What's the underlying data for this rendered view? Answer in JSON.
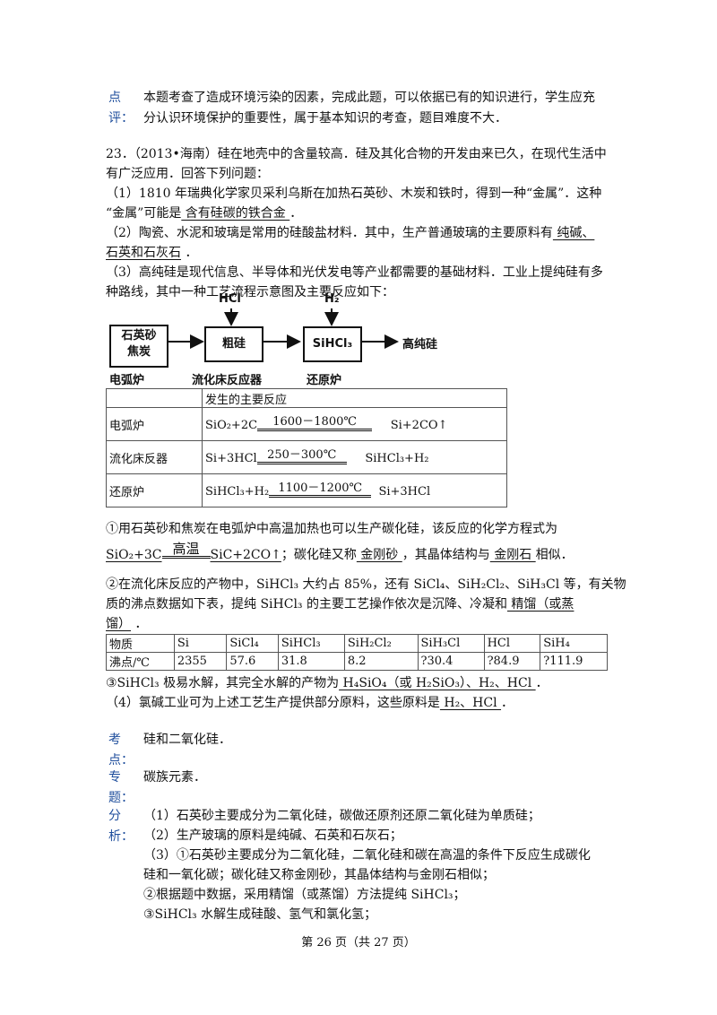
{
  "review": {
    "label_a": "点",
    "label_b": "评：",
    "line1": "本题考查了造成环境污染的因素，完成此题，可以依据已有的知识进行，学生应充",
    "line2": "分认识环境保护的重要性，属于基本知识的考查，题目难度不大．"
  },
  "question": {
    "header1": "23．（2013•海南）硅在地壳中的含量较高．硅及其化合物的开发由来已久，在现代生活中",
    "header2": "有广泛应用．回答下列问题：",
    "p1_a": "（1）1810 年瑞典化学家贝采利乌斯在加热石英砂、木炭和铁时，得到一种“金属”．这种",
    "p1_b": "“金属”可能是",
    "p1_ans": "   含有硅碳的铁合金   ",
    "p1_end": "．",
    "p2_a": "（2）陶瓷、水泥和玻璃是常用的硅酸盐材料．其中，生产普通玻璃的主要原料有",
    "p2_ans1": "   纯碱、",
    "p2_ans2": "石英和石灰石",
    "p2_end": "  ．",
    "p3_a": "（3）高纯硅是现代信息、半导体和光伏发电等产业都需要的基础材料．工业上提纯硅有多",
    "p3_b": "种路线，其中一种工艺流程示意图及主要反应如下："
  },
  "flow": {
    "in1": "HCl",
    "in2": "H₂",
    "box1_a": "石英砂",
    "box1_b": "焦炭",
    "box2": "粗硅",
    "box3": "SiHCl₃",
    "product": "高纯硅",
    "lbl1": "电弧炉",
    "lbl2": "流化床反应器",
    "lbl3": "还原炉"
  },
  "reactions": {
    "header": "发生的主要反应",
    "rows": [
      {
        "name": "电弧炉",
        "left": "SiO₂+2C",
        "cond": "1600－1800℃",
        "right": "Si+2CO↑"
      },
      {
        "name": "流化床反器",
        "left": "Si+3HCl",
        "cond": "250－300℃",
        "right": "SiHCl₃+H₂"
      },
      {
        "name": "还原炉",
        "left": "SiHCl₃+H₂",
        "cond": "1100－1200℃",
        "right": "Si+3HCl"
      }
    ]
  },
  "sub1": {
    "a": "①用石英砂和焦炭在电弧炉中高温加热也可以生产碳化硅，该反应的化学方程式为",
    "eq_left": "SiO₂+3C",
    "eq_cond": "高温",
    "eq_right": "SiC+2CO↑",
    "mid": "；碳化硅又称",
    "ans1": "  金刚砂  ",
    "mid2": "，其晶体结构与",
    "ans2": "  金刚石  ",
    "end": "相似．"
  },
  "sub2": {
    "a": "②在流化床反应的产物中，SiHCl₃ 大约占 85%，还有 SiCl₄、SiH₂Cl₂、SiH₃Cl 等，有关物",
    "b": "质的沸点数据如下表，提纯 SiHCl₃ 的主要工艺操作依次是沉降、冷凝和",
    "ans1": "  精馏（或蒸",
    "ans2": "馏）",
    "end": "   ．"
  },
  "bp_table": {
    "headers": [
      "物质",
      "Si",
      "SiCl₄",
      "SiHCl₃",
      "SiH₂Cl₂",
      "SiH₃Cl",
      "HCl",
      "SiH₄"
    ],
    "values": [
      "沸点/℃",
      "2355",
      "57.6",
      "31.8",
      "8.2",
      "?30.4",
      "?84.9",
      "?111.9"
    ]
  },
  "sub3": {
    "a": "③SiHCl₃ 极易水解，其完全水解的产物为",
    "ans": "  H₄SiO₄（或 H₂SiO₃）、H₂、HCl  ",
    "end": "．"
  },
  "p4": {
    "a": "（4）氯碱工业可为上述工艺生产提供部分原料，这些原料是",
    "ans": "   H₂、HCl   ",
    "end": "．"
  },
  "analysis": {
    "kd_a": "考",
    "kd_b": "点：",
    "kd_text": "硅和二氧化硅．",
    "zt_a": "专",
    "zt_b": "题：",
    "zt_text": "碳族元素．",
    "fx_a": "分",
    "fx_b": "析：",
    "l1": "（1）石英砂主要成分为二氧化硅，碳做还原剂还原二氧化硅为单质硅；",
    "l2": "（2）生产玻璃的原料是纯碱、石英和石灰石；",
    "l3": "（3）①石英砂主要成分为二氧化硅，二氧化硅和碳在高温的条件下反应生成碳化",
    "l4": "硅和一氧化碳；碳化硅又称金刚砂，其晶体结构与金刚石相似；",
    "l5": "②根据题中数据，采用精馏（或蒸馏）方法提纯 SiHCl₃；",
    "l6": "③SiHCl₃ 水解生成硅酸、氢气和氯化氢；"
  },
  "footer": "第 26 页（共 27 页）"
}
